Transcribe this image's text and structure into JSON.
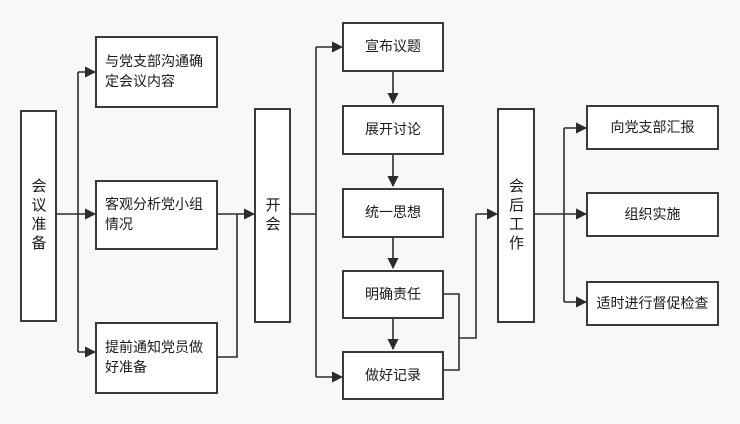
{
  "nodes": {
    "prep": "会议准备",
    "confirm": "与党支部沟通确定会议内容",
    "analyze": "客观分析党小组情况",
    "notify": "提前通知党员做好准备",
    "open": "开会",
    "announce": "宣布议题",
    "discuss": "展开讨论",
    "unify": "统一思想",
    "assign": "明确责任",
    "record": "做好记录",
    "after": "会后工作",
    "report": "向党支部汇报",
    "implement": "组织实施",
    "supervise": "适时进行督促检查"
  }
}
